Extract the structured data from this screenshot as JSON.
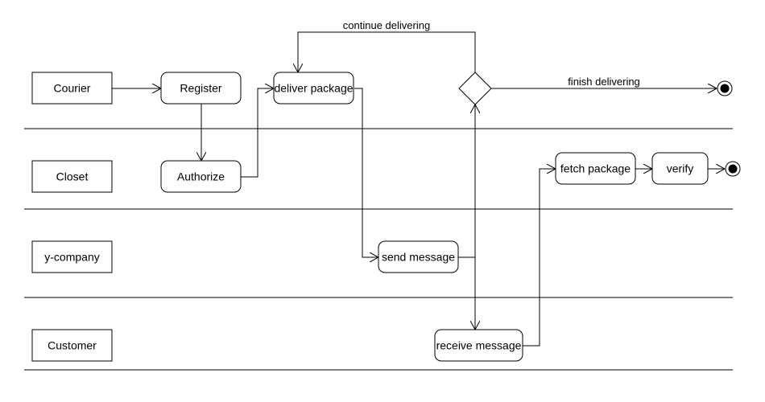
{
  "lanes": [
    {
      "label": "Courier"
    },
    {
      "label": "Closet"
    },
    {
      "label": "y-company"
    },
    {
      "label": "Customer"
    }
  ],
  "activities": {
    "register": "Register",
    "authorize": "Authorize",
    "deliver_package": "deliver package",
    "send_message": "send message",
    "receive_message": "receive message",
    "fetch_package": "fetch package",
    "verify": "verify"
  },
  "edge_labels": {
    "continue": "continue delivering",
    "finish": "finish delivering"
  }
}
